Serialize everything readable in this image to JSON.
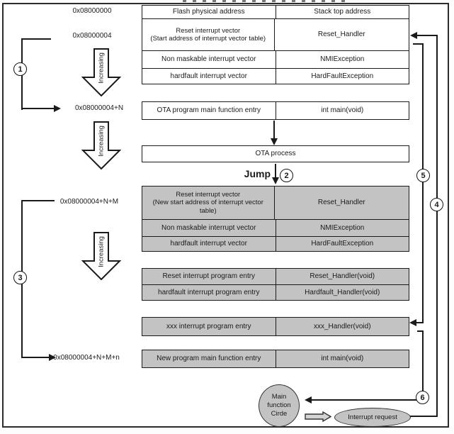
{
  "colors": {
    "cell_gray": "#c3c3c3",
    "line": "#1a1a1a",
    "background": "#ffffff"
  },
  "labels": {
    "jump": "Jump",
    "increasing": "Increasing"
  },
  "markers": [
    "1",
    "2",
    "3",
    "4",
    "5",
    "6"
  ],
  "addresses": {
    "a1": "0x08000000",
    "a2": "0x08000004",
    "a3": "0x08000004+N",
    "a4": "0x08000004+N+M",
    "a5": "0x08000004+N+M+n"
  },
  "tables": {
    "flash_vector": {
      "rows": [
        {
          "left": "Flash physical address",
          "right": "Stack top address"
        },
        {
          "left": "Reset interrupt vector\n(Start address of interrupt vector table)",
          "right": "Reset_Handler"
        },
        {
          "left": "Non maskable interrupt vector",
          "right": "NMIException"
        },
        {
          "left": "hardfault interrupt vector",
          "right": "HardFaultException"
        }
      ]
    },
    "ota_entry": {
      "rows": [
        {
          "left": "OTA program main function entry",
          "right": "int main(void)"
        }
      ]
    },
    "ota_process": {
      "label": "OTA process"
    },
    "new_vector": {
      "rows": [
        {
          "left": "Reset interrupt vector\n(New start address of interrupt vector\ntable)",
          "right": "Reset_Handler"
        },
        {
          "left": "Non maskable interrupt vector",
          "right": "NMIException"
        },
        {
          "left": "hardfault interrupt vector",
          "right": "HardFaultException"
        }
      ]
    },
    "handler_entries": {
      "rows": [
        {
          "left": "Reset interrupt program entry",
          "right": "Reset_Handler(void)"
        },
        {
          "left": "hardfault interrupt program entry",
          "right": "Hardfault_Handler(void)"
        }
      ]
    },
    "xxx_entry": {
      "rows": [
        {
          "left": "xxx interrupt program entry",
          "right": "xxx_Handler(void)"
        }
      ]
    },
    "new_main": {
      "rows": [
        {
          "left": "New program main function entry",
          "right": "int main(void)"
        }
      ]
    }
  },
  "shapes": {
    "main_circle": "Main\nfunction\nCirde",
    "interrupt_request": "Interrupt request"
  }
}
